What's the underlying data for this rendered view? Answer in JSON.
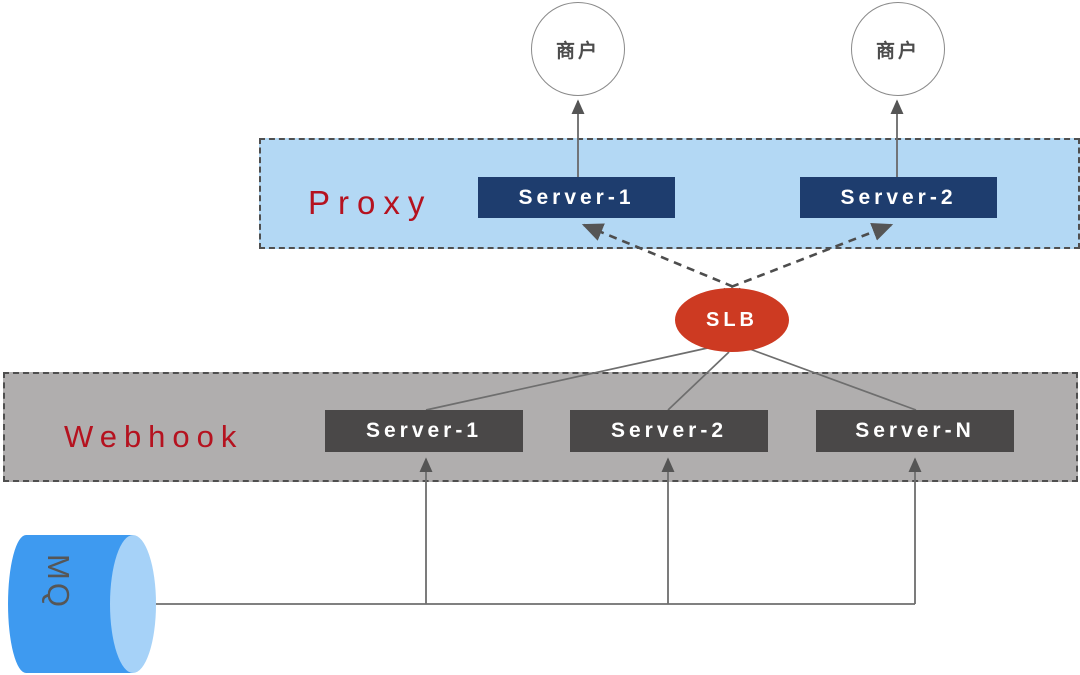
{
  "diagram": {
    "merchants": [
      {
        "label": "商户"
      },
      {
        "label": "商户"
      }
    ],
    "proxy": {
      "label": "Proxy",
      "servers": [
        {
          "label": "Server-1"
        },
        {
          "label": "Server-2"
        }
      ]
    },
    "slb": {
      "label": "SLB"
    },
    "webhook": {
      "label": "Webhook",
      "servers": [
        {
          "label": "Server-1"
        },
        {
          "label": "Server-2"
        },
        {
          "label": "Server-N"
        }
      ]
    },
    "mq": {
      "label": "MQ"
    },
    "colors": {
      "proxy_zone_fill": "#b3d8f4",
      "proxy_server_fill": "#1e3d6e",
      "webhook_zone_fill": "#b0aeae",
      "webhook_server_fill": "#4a4848",
      "slb_fill": "#cd3a22",
      "zone_label_red": "#b5121f",
      "zone_border_dash": "#4f4f4f",
      "mq_body_blue": "#3e9af0",
      "mq_cap_blue": "#a6d2f8",
      "connector_gray": "#6e6e6e",
      "dashed_connector_gray": "#4d4d4d"
    }
  }
}
